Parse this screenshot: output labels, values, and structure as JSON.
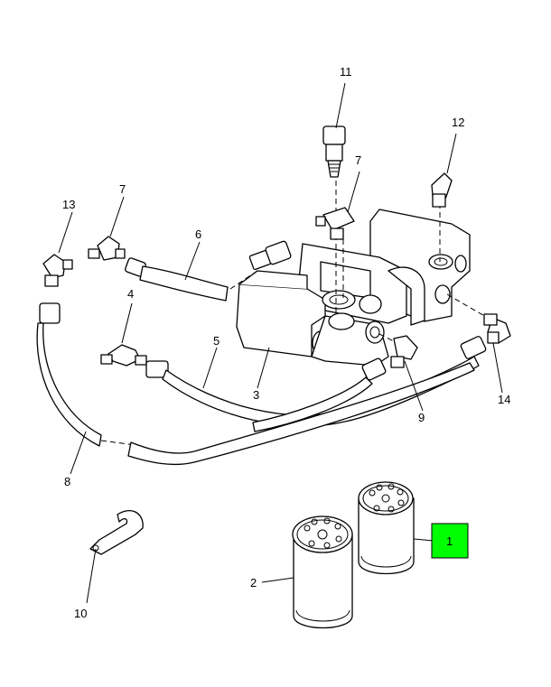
{
  "labels": {
    "l1": "1",
    "l2": "2",
    "l3": "3",
    "l4": "4",
    "l5": "5",
    "l6": "6",
    "l7a": "7",
    "l7b": "7",
    "l8": "8",
    "l9": "9",
    "l10": "10",
    "l11": "11",
    "l12": "12",
    "l13": "13",
    "l14": "14"
  },
  "highlight": {
    "part": "1",
    "color": "#00ff00"
  },
  "icons": [
    "filter-element",
    "fuel-filter-housing",
    "fuel-line",
    "elbow-fitting",
    "tee-fitting",
    "clamp"
  ]
}
